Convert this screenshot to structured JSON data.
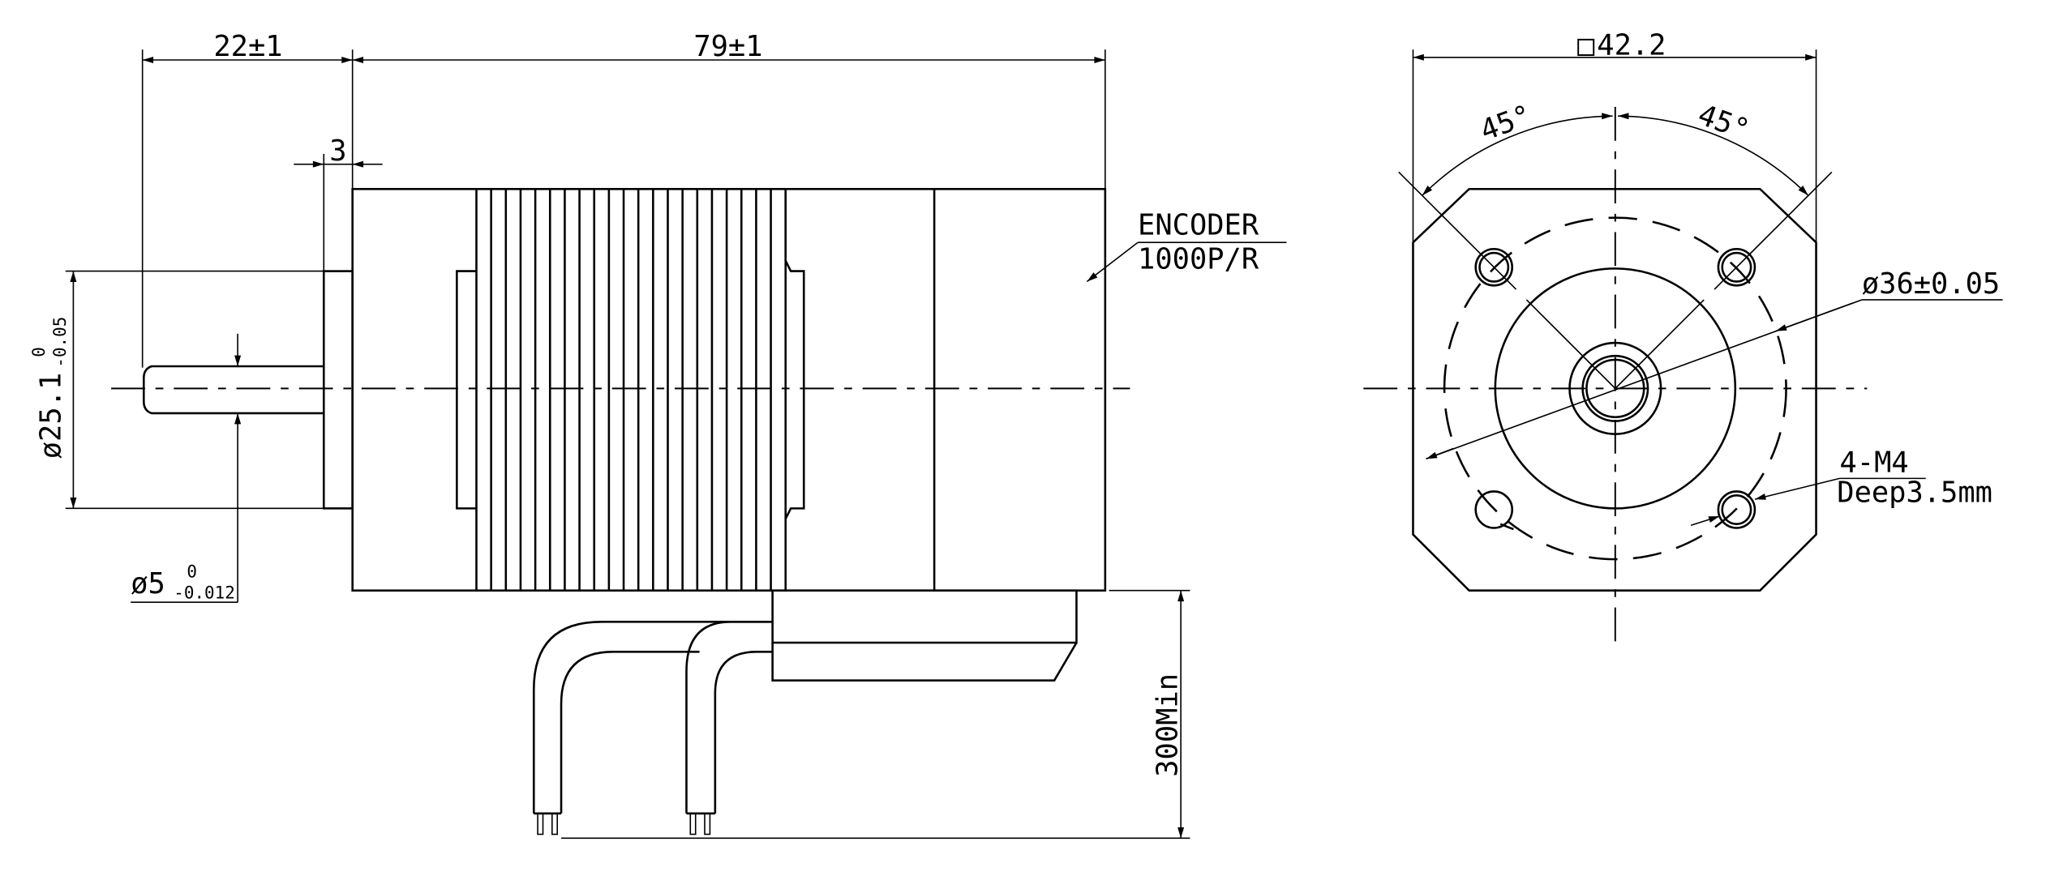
{
  "side_view": {
    "shaft_length": "22±1",
    "body_length": "79±1",
    "pilot_length": "3",
    "pilot_diameter": {
      "nominal": "ø25.1",
      "upper": "0",
      "lower": "-0.05"
    },
    "shaft_diameter": {
      "nominal": "ø5",
      "upper": "0",
      "lower": "-0.012"
    },
    "encoder_label": "ENCODER",
    "encoder_resolution": "1000P/R",
    "cable_length": "300Min"
  },
  "front_view": {
    "flange_size": "42.2",
    "square_symbol": "□",
    "angle_left": "45°",
    "angle_right": "45°",
    "bolt_circle": "ø36±0.05",
    "holes": "4-M4",
    "hole_depth": "Deep3.5mm"
  }
}
